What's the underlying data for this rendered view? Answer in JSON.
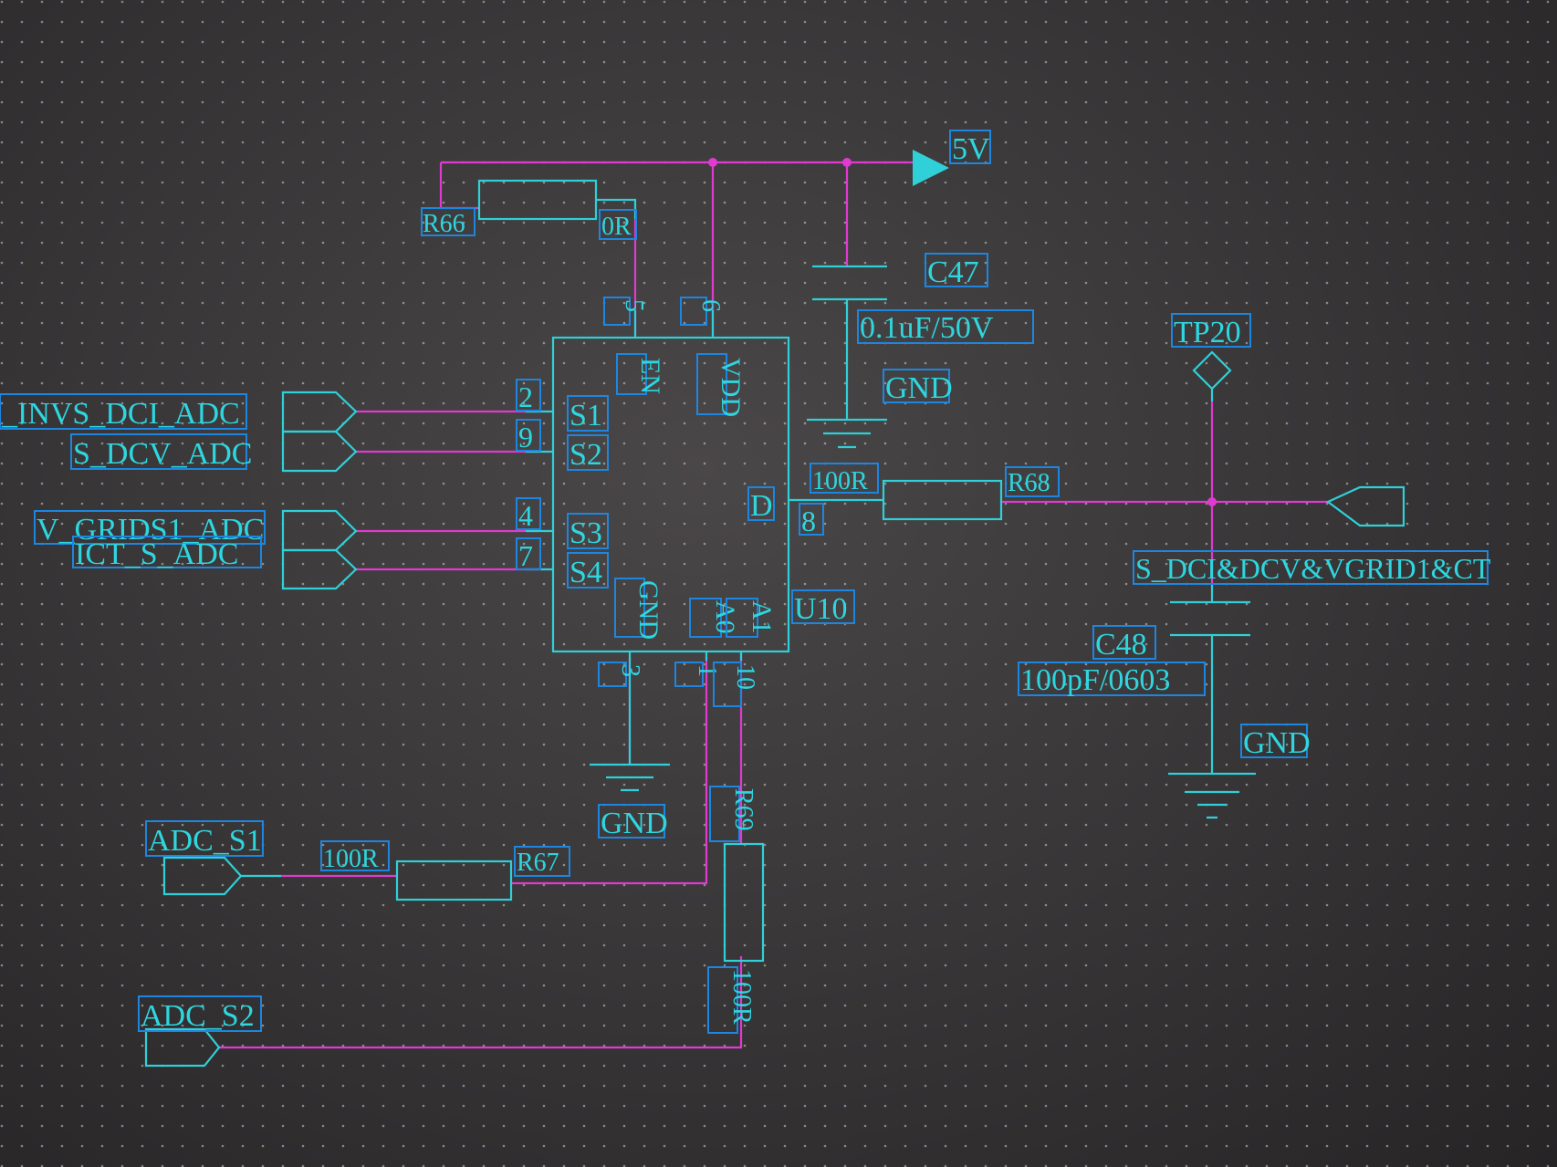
{
  "nets": {
    "power": "5V",
    "ground": "GND",
    "left_inputs": [
      "_INVS_DCI_ADC",
      "S_DCV_ADC",
      "V_GRIDS1_ADC",
      "ICT_S_ADC"
    ],
    "output": "S_DCI&DCV&VGRID1&CT",
    "adc_s1": "ADC_S1",
    "adc_s2": "ADC_S2"
  },
  "chip": {
    "ref": "U10",
    "pins": {
      "en": {
        "name": "EN",
        "num": "5"
      },
      "vdd": {
        "name": "VDD",
        "num": "6"
      },
      "s1": {
        "name": "S1",
        "num": "2"
      },
      "s2": {
        "name": "S2",
        "num": "9"
      },
      "s3": {
        "name": "S3",
        "num": "4"
      },
      "s4": {
        "name": "S4",
        "num": "7"
      },
      "d": {
        "name": "D",
        "num": "8"
      },
      "gnd": {
        "name": "GND",
        "num": "3"
      },
      "a0": {
        "name": "A0",
        "num": "1"
      },
      "a1": {
        "name": "A1",
        "num": "10"
      }
    }
  },
  "components": {
    "r66": {
      "ref": "R66",
      "value": "0R"
    },
    "r67": {
      "ref": "R67",
      "value": "100R"
    },
    "r68": {
      "ref": "R68",
      "value": "100R"
    },
    "r69": {
      "ref": "R69",
      "value": "100R"
    },
    "c47": {
      "ref": "C47",
      "value": "0.1uF/50V"
    },
    "c48": {
      "ref": "C48",
      "value": "100pF/0603"
    },
    "tp20": {
      "ref": "TP20"
    }
  },
  "colors": {
    "component": "#2fd0d8",
    "net_wire": "#e03ad0",
    "label_box": "#1c86e0",
    "background": "#3a3839"
  }
}
